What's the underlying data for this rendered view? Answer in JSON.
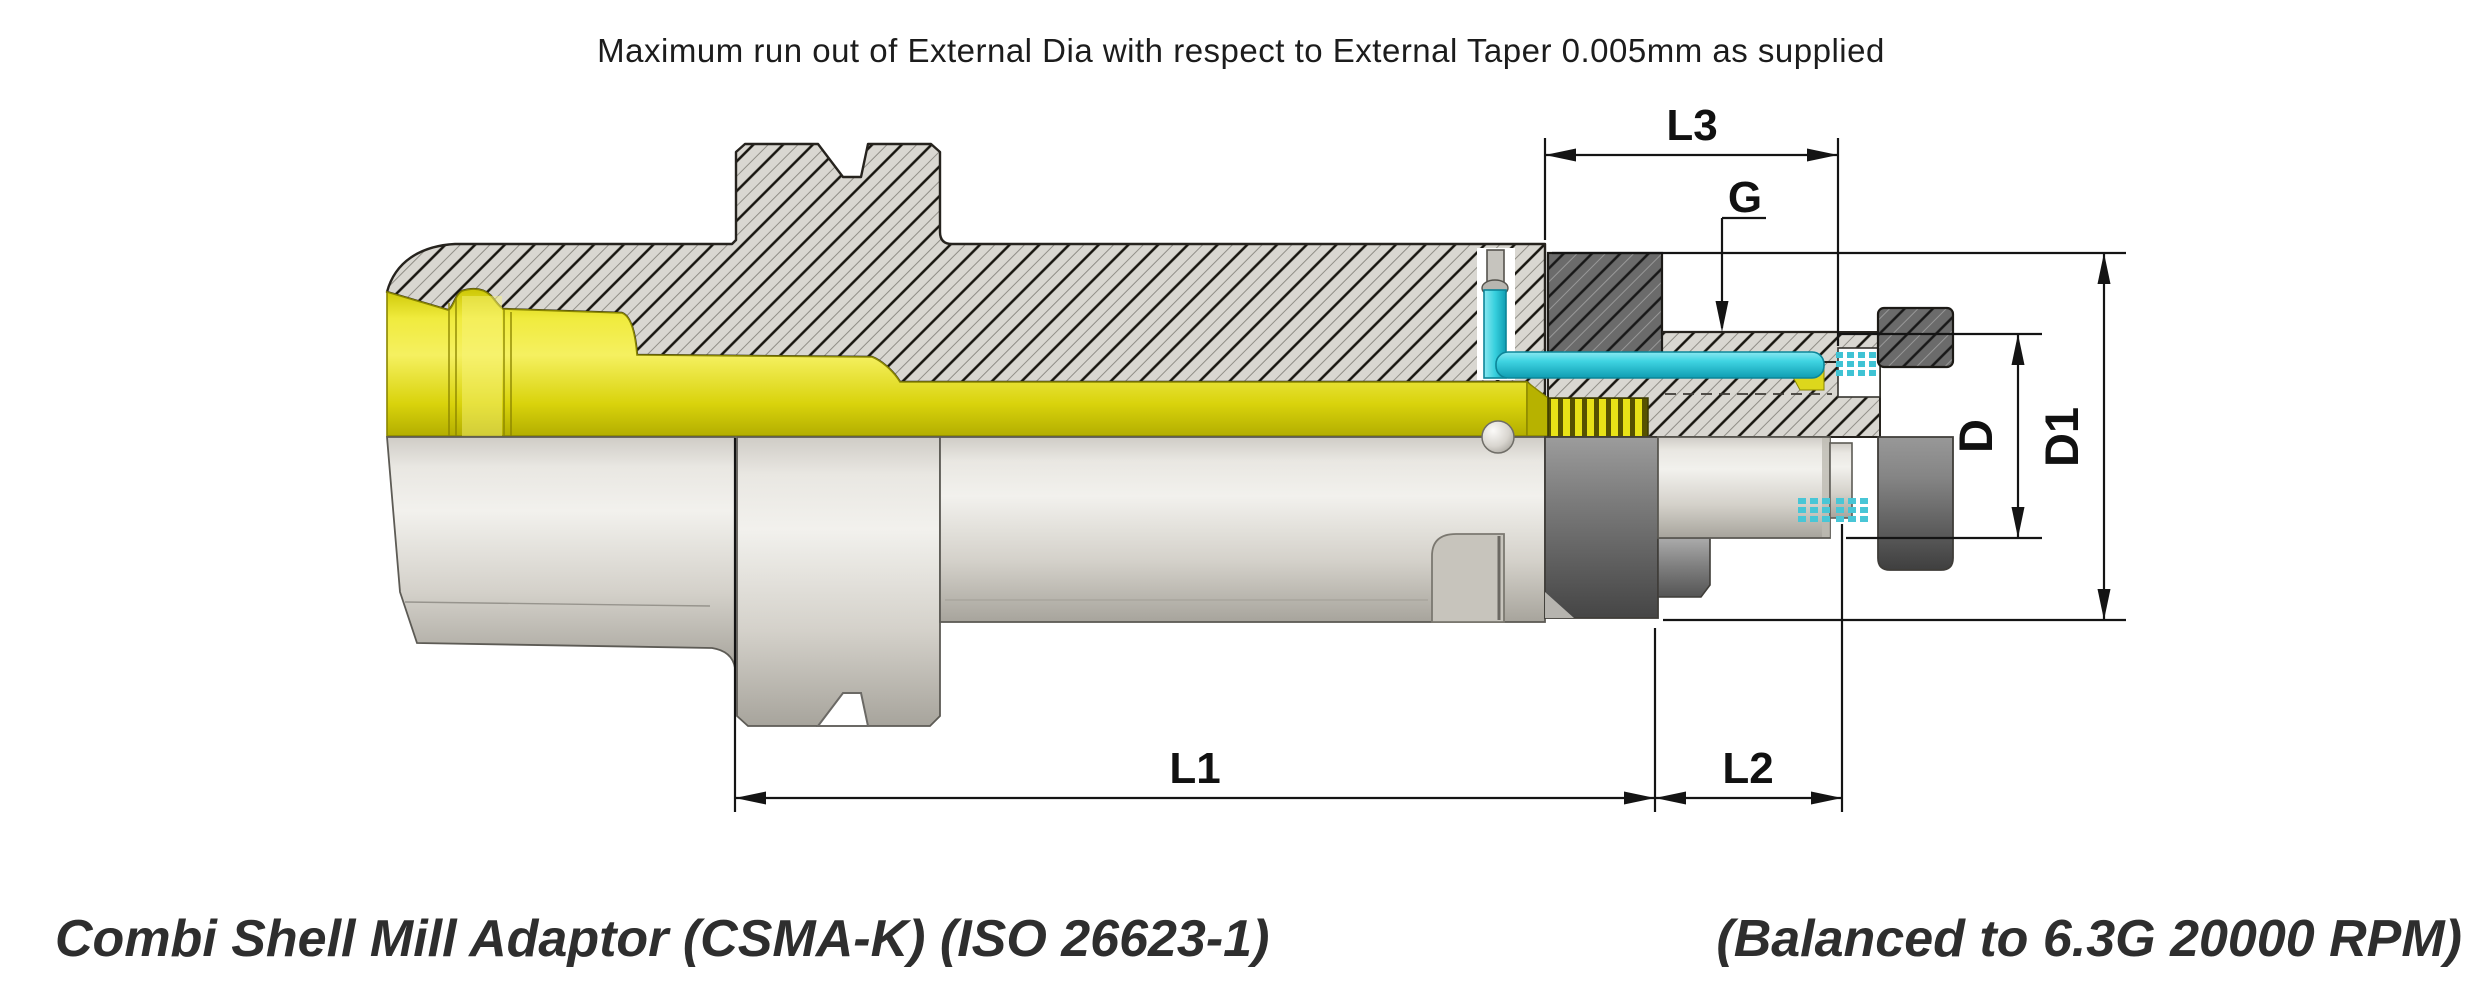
{
  "note_top": "Maximum run out of External Dia with respect to External Taper 0.005mm as supplied",
  "caption": {
    "left": "Combi Shell Mill Adaptor (CSMA-K) (ISO 26623-1)",
    "right": "(Balanced to 6.3G 20000 RPM)"
  },
  "dims": {
    "l3": "L3",
    "g": "G",
    "d": "D",
    "d1": "D1",
    "l1": "L1",
    "l2": "L2"
  },
  "colors": {
    "taper_yellow": "#e9e31c",
    "coolant_cyan": "#2fc9da",
    "hatch_background": "#d9d7d1",
    "dark_steel": "#5a5a5a",
    "body_grey": "#d5d2cb"
  }
}
